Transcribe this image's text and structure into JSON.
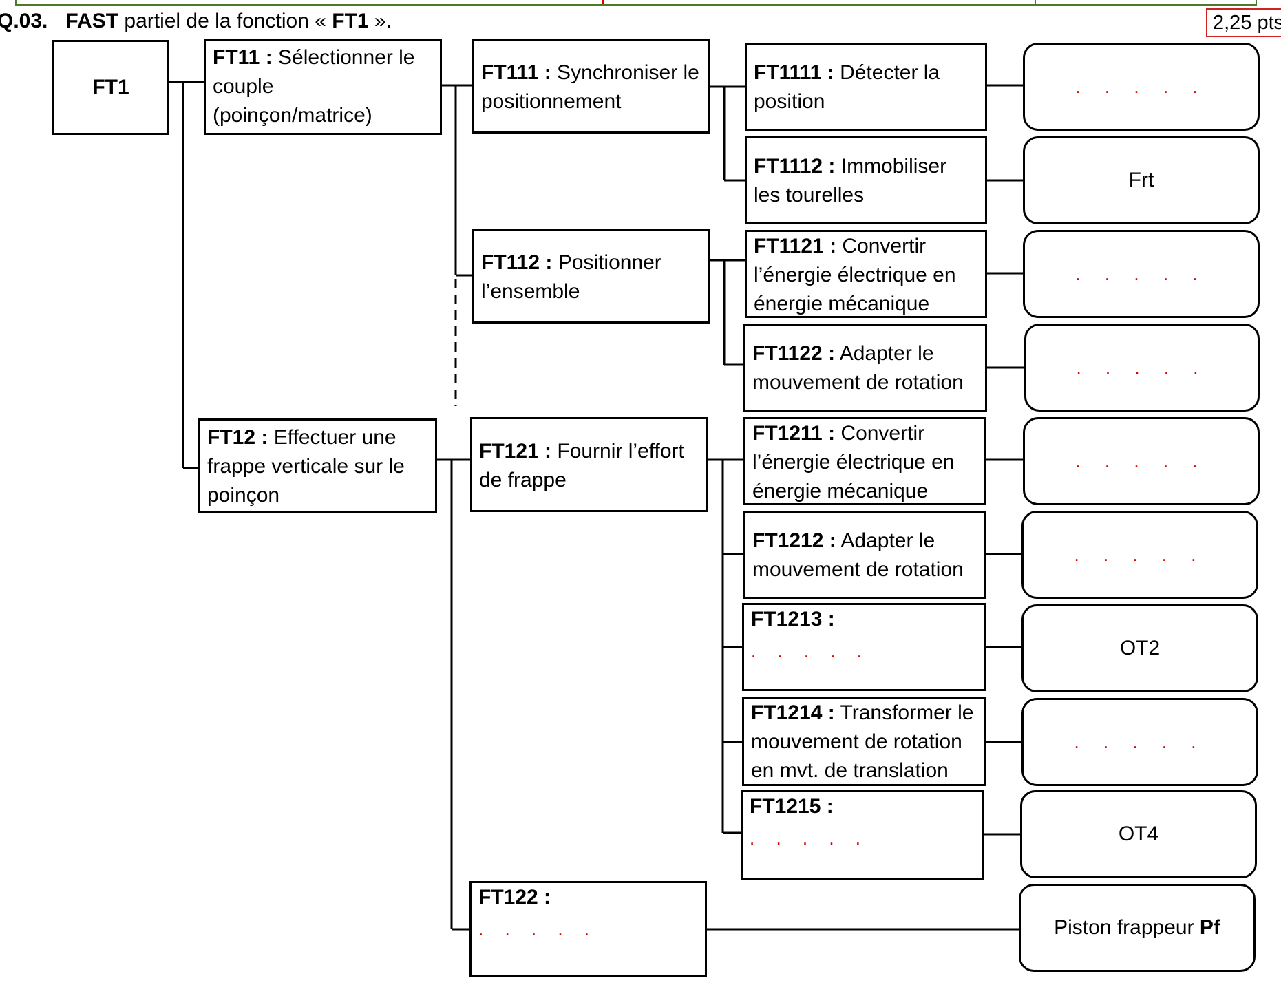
{
  "header": {
    "question_number": "Q.03.",
    "title_bold": "FAST",
    "title_text": " partiel de la fonction « ",
    "title_fn": "FT1",
    "title_end": " ».",
    "points": "2,25 pts"
  },
  "placeholder": ". . . . .",
  "functions": {
    "ft1": "FT1",
    "ft11": {
      "code": "FT11 :",
      "text": " Sélectionner le couple (poinçon/matrice)"
    },
    "ft111": {
      "code": "FT111 :",
      "text": " Synchroniser le positionnement"
    },
    "ft1111": {
      "code": "FT1111 :",
      "text": " Détecter la position"
    },
    "ft1112": {
      "code": "FT1112 :",
      "text": " Immobiliser les tourelles"
    },
    "ft112": {
      "code": "FT112 :",
      "text": " Positionner l’ensemble"
    },
    "ft1121": {
      "code": "FT1121 :",
      "text": " Convertir l’énergie électrique en énergie mécanique"
    },
    "ft1122": {
      "code": "FT1122 :",
      "text": " Adapter le mouvement de rotation"
    },
    "ft12": {
      "code": "FT12 :",
      "text": " Effectuer une frappe verticale sur le poinçon"
    },
    "ft121": {
      "code": "FT121 :",
      "text": " Fournir l’effort de frappe"
    },
    "ft1211": {
      "code": "FT1211 :",
      "text": " Convertir l’énergie électrique en énergie mécanique"
    },
    "ft1212": {
      "code": "FT1212 :",
      "text": " Adapter le mouvement de rotation"
    },
    "ft1213": {
      "code": "FT1213 :"
    },
    "ft1214": {
      "code": "FT1214 :",
      "text": " Transformer le mouvement de rotation en mvt. de translation"
    },
    "ft1215": {
      "code": "FT1215 :"
    },
    "ft122": {
      "code": "FT122 :"
    }
  },
  "solutions": {
    "s1111": ". . . . .",
    "s1112": "Frt",
    "s1121": ". . . . .",
    "s1122": ". . . . .",
    "s1211": ". . . . .",
    "s1212": ". . . . .",
    "s1213": "OT2",
    "s1214": ". . . . .",
    "s1215": "OT4",
    "s122_text": "Piston frappeur ",
    "s122_bold": "Pf"
  }
}
